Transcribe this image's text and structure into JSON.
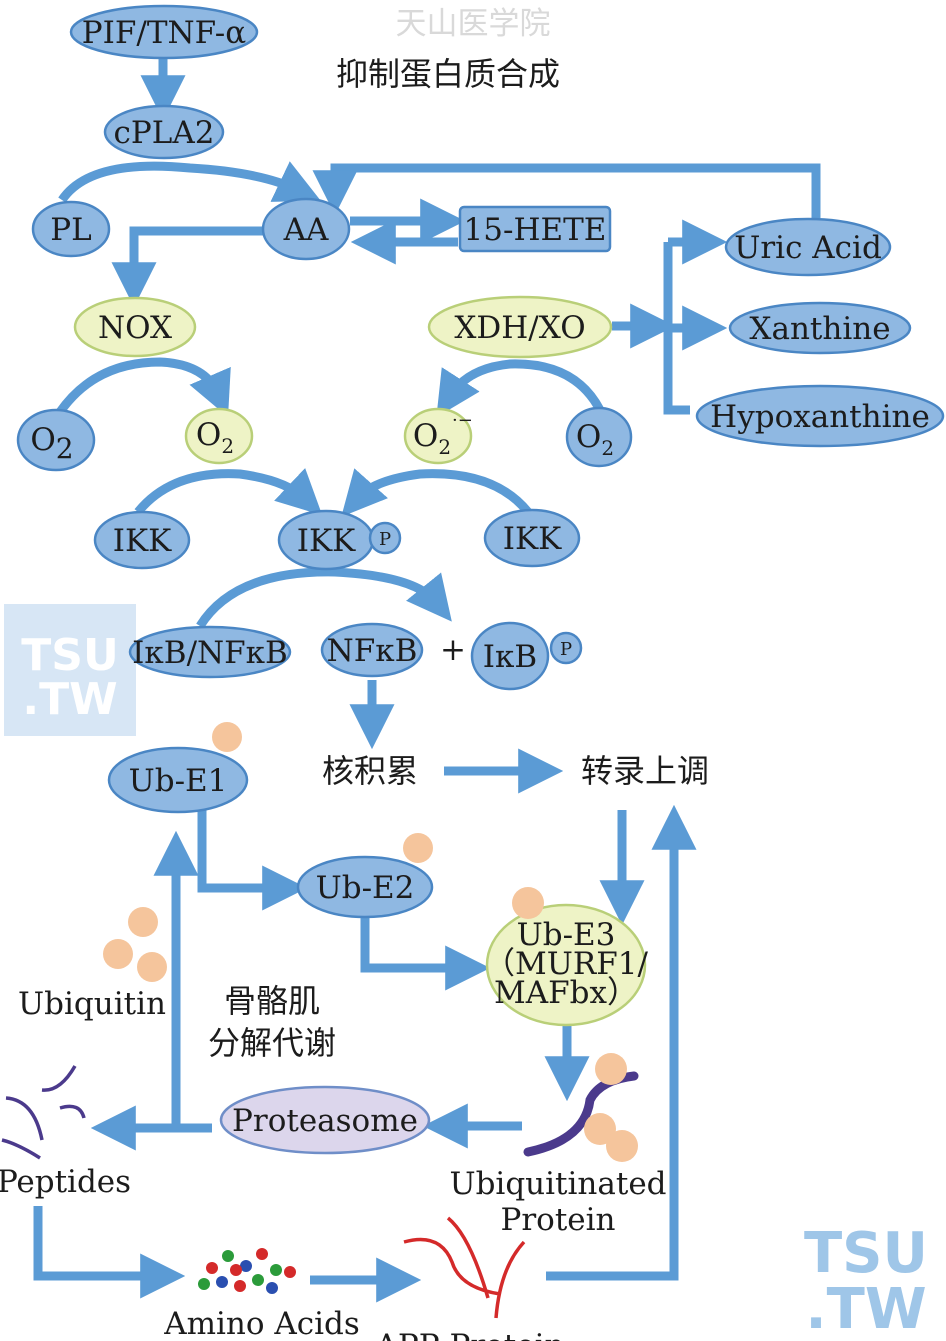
{
  "watermark_top": "天山医学院",
  "title": "抑制蛋白质合成",
  "nodes": {
    "pif_tnf": "PIF/TNF-α",
    "cpla2": "cPLA2",
    "pl": "PL",
    "aa": "AA",
    "hete": "15-HETE",
    "uric_acid": "Uric Acid",
    "xanthine": "Xanthine",
    "hypoxanthine": "Hypoxanthine",
    "nox": "NOX",
    "xdh_xo": "XDH/XO",
    "o2_left": "O",
    "o2_green": "O",
    "o2_superoxide": "O",
    "o2_right": "O",
    "ikk_left": "IKK",
    "ikk_center": "IKK",
    "ikk_right": "IKK",
    "phospho_badge": "P",
    "ikb_nfkb": "IκB/NFκB",
    "nfkb": "NFκB",
    "plus": "+",
    "ikb": "IκB",
    "ikb_badge": "P",
    "ub_e1": "Ub-E1",
    "ub_e2": "Ub-E2",
    "ub_e3_line1": "Ub-E3",
    "ub_e3_line2": "（MURF1/",
    "ub_e3_line3": "MAFbx）",
    "proteasome": "Proteasome"
  },
  "subscripts": {
    "o2": "2",
    "superoxide_sup": "·−"
  },
  "labels": {
    "nuclear_accumulation": "核积累",
    "transcription_up": "转录上调",
    "ubiquitin": "Ubiquitin",
    "skeletal_muscle_1": "骨骼肌",
    "skeletal_muscle_2": "分解代谢",
    "peptides": "Peptides",
    "ubiquitinated_1": "Ubiquitinated",
    "ubiquitinated_2": "Protein",
    "amino_acids": "Amino Acids",
    "app_protein": "APP Protein"
  },
  "watermark_logo": {
    "line1": "TSU",
    "line2": ".TW"
  },
  "colors": {
    "node_blue": "#8fb8e2",
    "node_yellow": "#eef3c6",
    "node_purple": "#dcd6ec",
    "arrow_blue": "#5b9bd5",
    "ubiquitin_ball": "#f5c59c",
    "peptide_purple": "#4b3a8c",
    "app_red": "#d42a2a"
  }
}
